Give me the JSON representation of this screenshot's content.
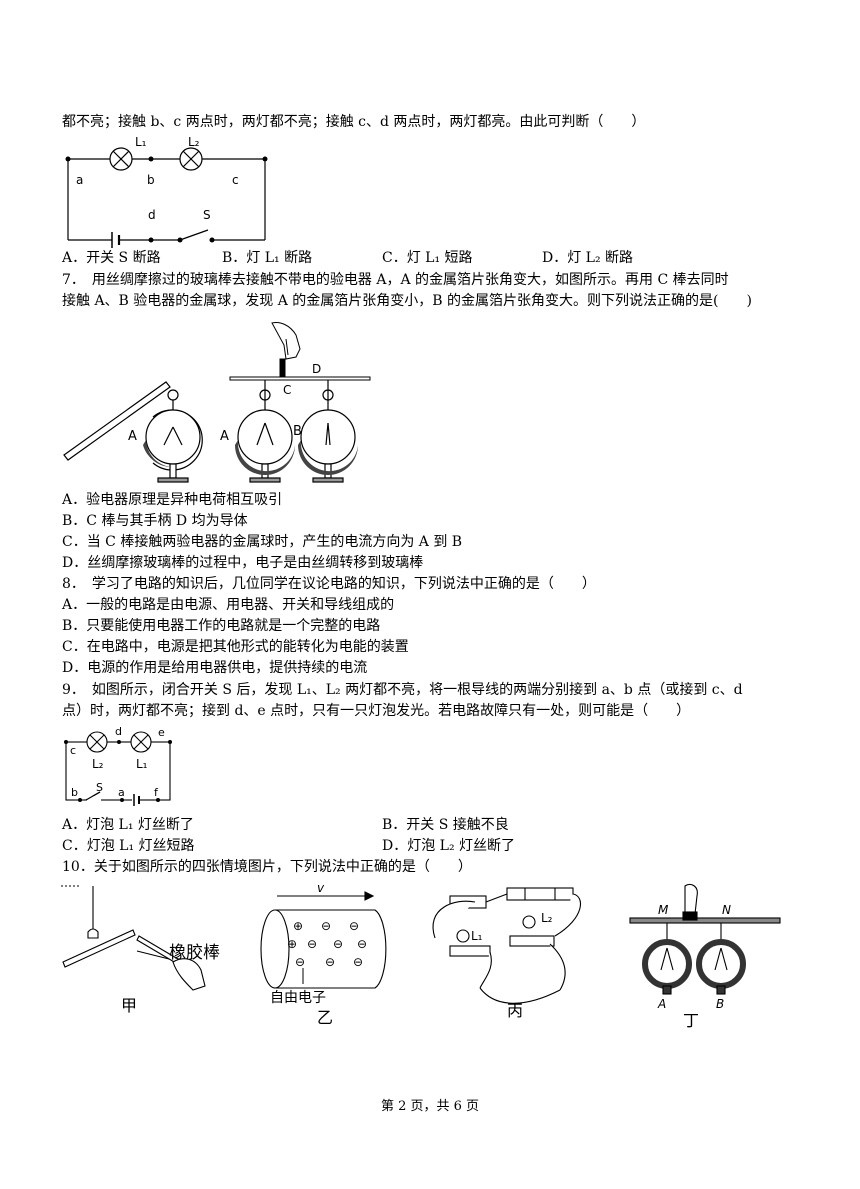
{
  "q6": {
    "cont": "都不亮；接触 b、c 两点时，两灯都不亮；接触 c、d 两点时，两灯都亮。由此可判断（　　）",
    "fig_labels": {
      "l1": "L₁",
      "l2": "L₂",
      "a": "a",
      "b": "b",
      "c": "c",
      "d": "d",
      "s": "S"
    },
    "options": [
      "A．开关 S 断路",
      "B．灯 L₁ 断路",
      "C．灯 L₁ 短路",
      "D．灯 L₂ 断路"
    ]
  },
  "q7": {
    "stem1": "7．　用丝绸摩擦过的玻璃棒去接触不带电的验电器 A，A 的金属箔片张角变大，如图所示。再用 C 棒去同时",
    "stem2": "接触 A、B 验电器的金属球，发现 A 的金属箔片张角变小，B 的金属箔片张角变大。则下列说法正确的是(　　)",
    "fig_labels": {
      "a1": "A",
      "a2": "A",
      "b": "B",
      "c": "C",
      "d": "D"
    },
    "options": [
      "A．验电器原理是异种电荷相互吸引",
      "B．C 棒与其手柄 D 均为导体",
      "C．当 C 棒接触两验电器的金属球时，产生的电流方向为 A 到 B",
      "D．丝绸摩擦玻璃棒的过程中，电子是由丝绸转移到玻璃棒"
    ]
  },
  "q8": {
    "stem": "8．　学习了电路的知识后，几位同学在议论电路的知识，下列说法中正确的是（　　）",
    "options": [
      "A．一般的电路是由电源、用电器、开关和导线组成的",
      "B．只要能使用电器工作的电路就是一个完整的电路",
      "C．在电路中，电源是把其他形式的能转化为电能的装置",
      "D．电源的作用是给用电器供电，提供持续的电流"
    ]
  },
  "q9": {
    "stem1": "9．　如图所示，闭合开关 S 后，发现 L₁、L₂ 两灯都不亮，将一根导线的两端分别接到 a、b 点（或接到 c、d",
    "stem2": "点）时，两灯都不亮；接到 d、e 点时，只有一只灯泡发光。若电路故障只有一处，则可能是（　　）",
    "fig_labels": {
      "c": "c",
      "d": "d",
      "e": "e",
      "l2": "L₂",
      "l1": "L₁",
      "b": "b",
      "s": "S",
      "a": "a",
      "f": "f"
    },
    "options": [
      "A．灯泡 L₁ 灯丝断了",
      "B．开关 S 接触不良",
      "C．灯泡 L₁ 灯丝短路",
      "D．灯泡 L₂ 灯丝断了"
    ]
  },
  "q10": {
    "stem": "10．关于如图所示的四张情境图片，下列说法中正确的是（　　）",
    "fig_labels": {
      "rubber": "橡胶棒",
      "jia": "甲",
      "v": "v",
      "electron": "自由电子",
      "yi": "乙",
      "l2": "L₂",
      "l1": "L₁",
      "bing": "丙",
      "m": "M",
      "n": "N",
      "a": "A",
      "b": "B",
      "ding": "丁"
    }
  },
  "footer": "第 2 页，共 6 页"
}
